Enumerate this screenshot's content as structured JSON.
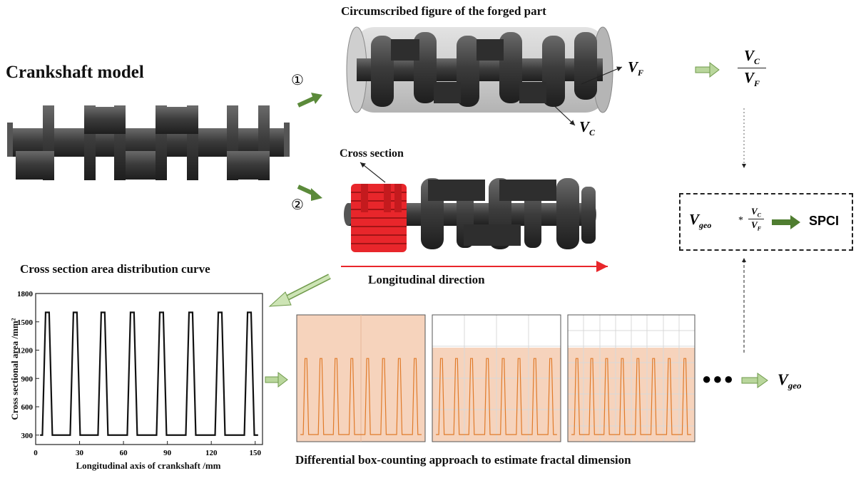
{
  "model_title": "Crankshaft model",
  "step_markers": [
    "①",
    "②"
  ],
  "circumscribed_title": "Circumscribed figure of the forged part",
  "vf_label": "V",
  "vf_sub": "F",
  "vc_label": "V",
  "vc_sub": "C",
  "ratio": {
    "num_main": "V",
    "num_sub": "C",
    "den_main": "V",
    "den_sub": "F"
  },
  "cross_section_title": "Cross section",
  "longitudinal_label": "Longitudinal direction",
  "distribution_title": "Cross section area distribution curve",
  "formula": {
    "vgeo": "V",
    "vgeo_sub": "geo",
    "times": "*",
    "result": "SPCI"
  },
  "vgeo_output": {
    "main": "V",
    "sub": "geo"
  },
  "ellipsis": "●●●",
  "dbc_caption": "Differential box-counting approach to estimate fractal dimension",
  "colors": {
    "arrow_green": "#5b8a3a",
    "arrow_light": "#b9d69c",
    "curve_orange": "#e07b2a",
    "fill_peach": "#f6d3bc",
    "cross_red": "#e8262b",
    "shaft_dark": "#3a3a3a"
  },
  "chart_data": {
    "type": "line",
    "title": "",
    "xlabel": "Longitudinal axis of crankshaft /mm",
    "ylabel": "Cross sectional area /mm²",
    "x_ticks": [
      0,
      30,
      60,
      90,
      120,
      150
    ],
    "y_ticks": [
      300,
      600,
      900,
      1200,
      1500,
      1800
    ],
    "xlim": [
      0,
      155
    ],
    "ylim": [
      200,
      1800
    ],
    "baseline": 300,
    "peak": 1600,
    "peaks_center_x": [
      8,
      27,
      46,
      66,
      86,
      106,
      126,
      146
    ],
    "grid": false
  }
}
